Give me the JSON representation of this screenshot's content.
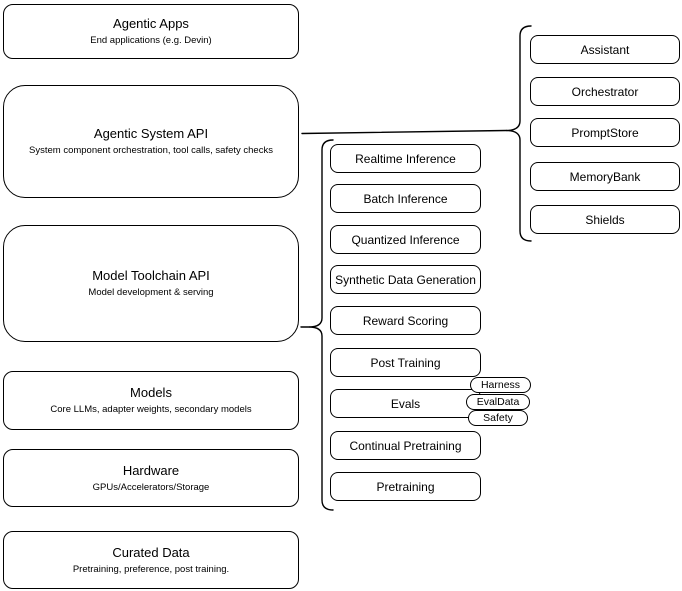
{
  "diagram": {
    "stack": [
      {
        "title": "Agentic Apps",
        "subtitle": "End applications (e.g. Devin)"
      },
      {
        "title": "Agentic System API",
        "subtitle": "System component orchestration, tool calls, safety checks"
      },
      {
        "title": "Model Toolchain API",
        "subtitle": "Model development & serving"
      },
      {
        "title": "Models",
        "subtitle": "Core LLMs, adapter weights, secondary models"
      },
      {
        "title": "Hardware",
        "subtitle": "GPUs/Accelerators/Storage"
      },
      {
        "title": "Curated Data",
        "subtitle": "Pretraining, preference, post training."
      }
    ],
    "toolchain_nodes": [
      "Realtime Inference",
      "Batch Inference",
      "Quantized Inference",
      "Synthetic Data Generation",
      "Reward Scoring",
      "Post Training",
      "Evals",
      "Continual Pretraining",
      "Pretraining"
    ],
    "eval_tags": [
      "Harness",
      "EvalData",
      "Safety"
    ],
    "system_components": [
      "Assistant",
      "Orchestrator",
      "PromptStore",
      "MemoryBank",
      "Shields"
    ],
    "colors": {
      "stroke": "#000000",
      "fill": "#ffffff",
      "background": "#ffffff"
    }
  }
}
